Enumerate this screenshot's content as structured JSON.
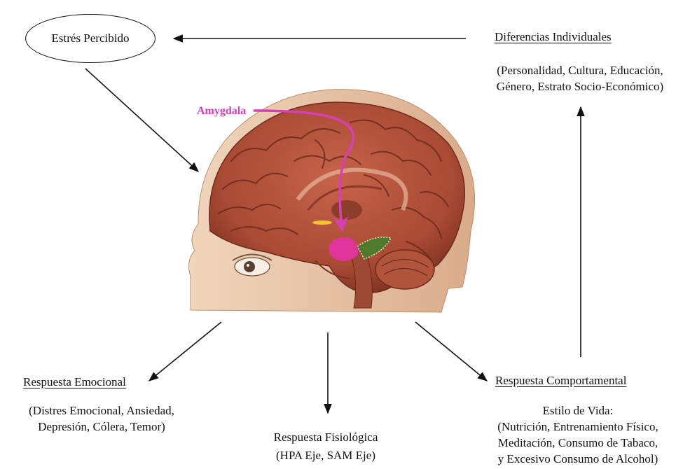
{
  "nodes": {
    "perceived_stress": "Estrés Percibido",
    "individual_diff_title": "Diferencias Individuales",
    "individual_diff_detail_1": "(Personalidad, Cultura, Educación,",
    "individual_diff_detail_2": "Género, Estrato Socio-Económico)",
    "emotional_title": "Respuesta Emocional",
    "emotional_detail_1": "(Distres Emocional, Ansiedad,",
    "emotional_detail_2": "Depresión, Cólera, Temor)",
    "physio_title": "Respuesta Fisiológica",
    "physio_detail": "(HPA Eje, SAM Eje)",
    "behavior_title": "Respuesta Comportamental",
    "behavior_detail_1": "Estilo de Vida:",
    "behavior_detail_2": "(Nutrición, Entrenamiento Físico,",
    "behavior_detail_3": "Meditación, Consumo de Tabaco,",
    "behavior_detail_4": "y Excesivo Consumo de Alcohol)"
  },
  "illustration": {
    "label": "Amygdala",
    "label_color": "#d63fb7",
    "brain_color": "#a84a34",
    "skin_color": "#e9c8aa",
    "amygdala_color": "#e0349b"
  }
}
